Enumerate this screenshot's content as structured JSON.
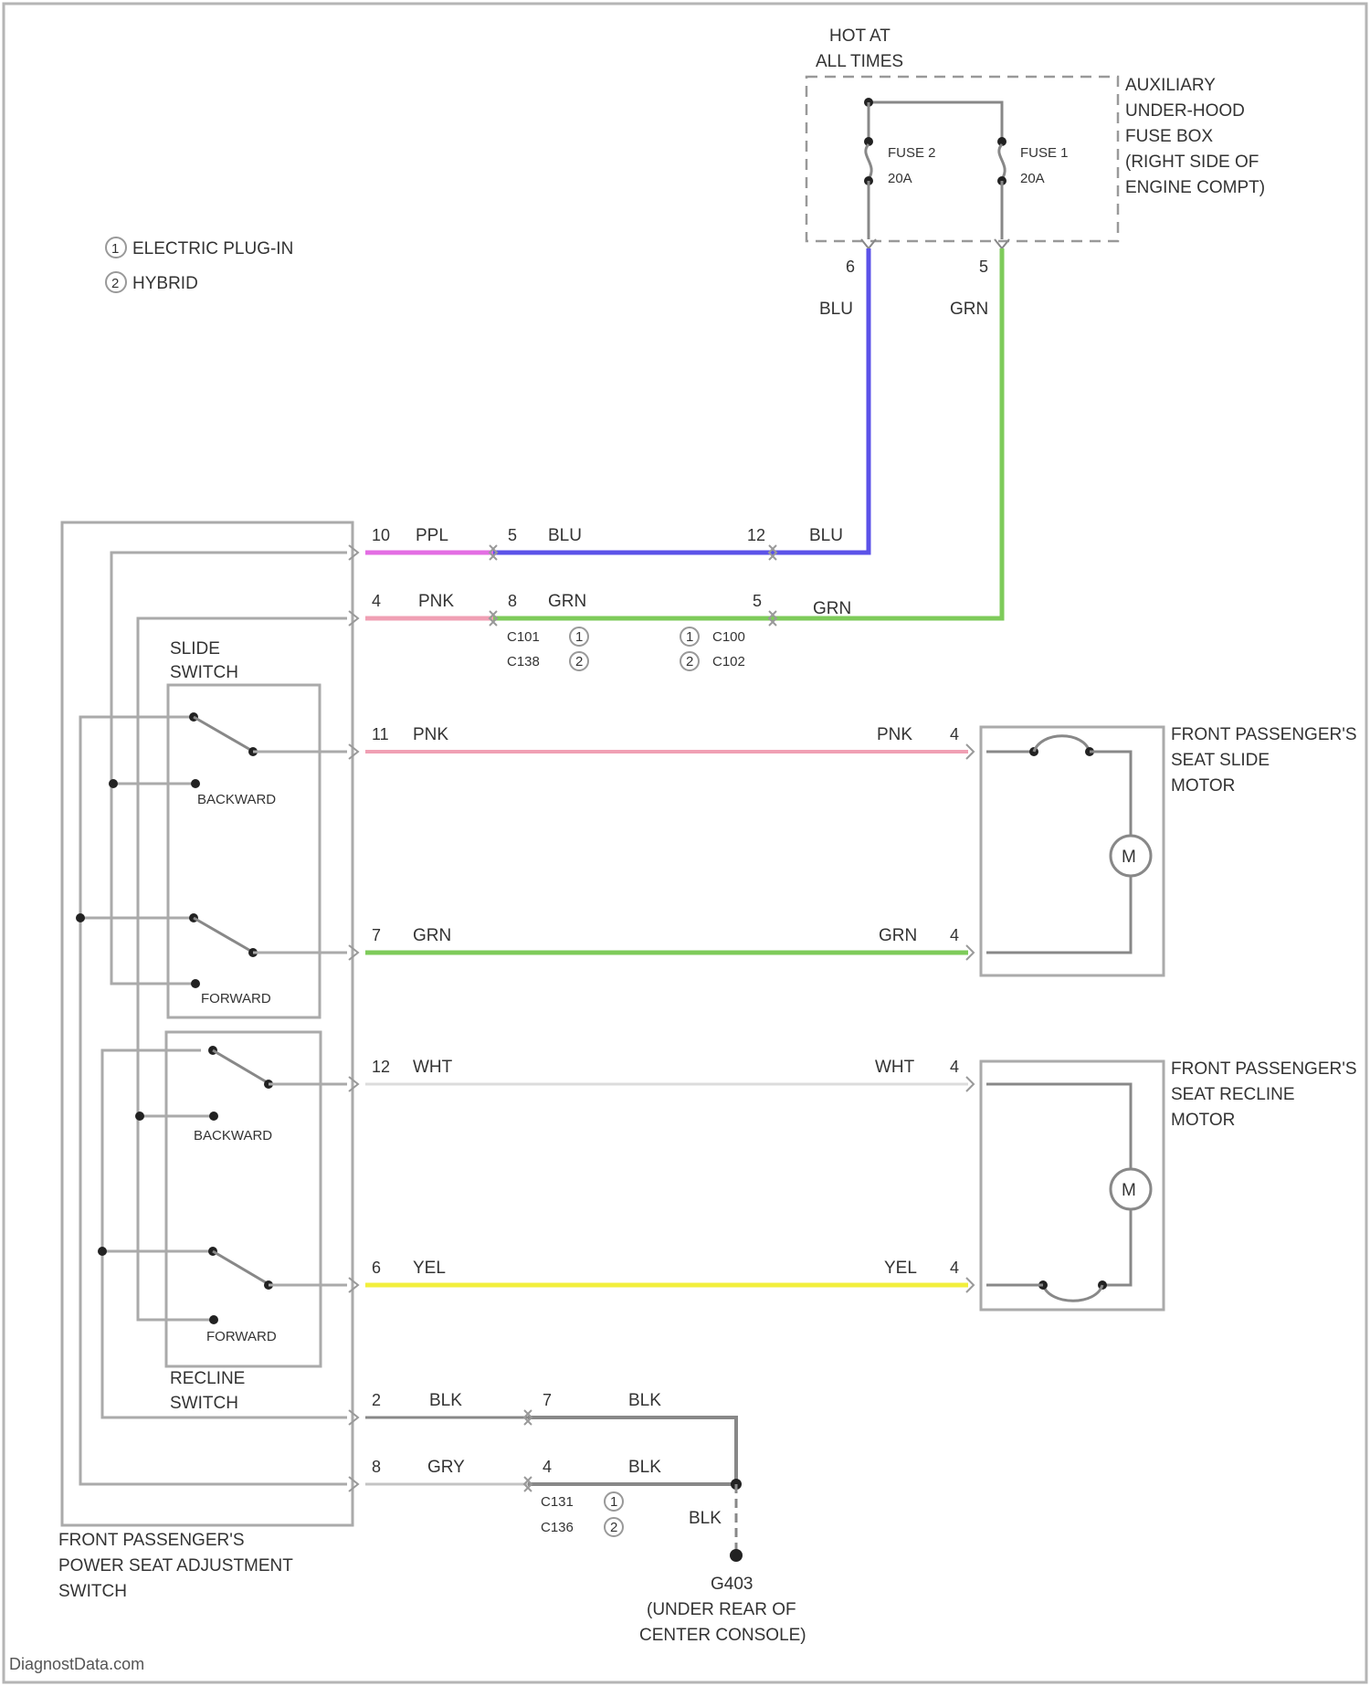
{
  "hot_label": [
    "HOT AT",
    "ALL TIMES"
  ],
  "fuse_box_label": [
    "AUXILIARY",
    "UNDER-HOOD",
    "FUSE BOX",
    "(RIGHT SIDE OF",
    "ENGINE COMPT)"
  ],
  "fuse2": {
    "name": "FUSE 2",
    "rating": "20A"
  },
  "fuse1": {
    "name": "FUSE 1",
    "rating": "20A"
  },
  "legend": [
    {
      "num": "1",
      "text": "ELECTRIC PLUG-IN"
    },
    {
      "num": "2",
      "text": "HYBRID"
    }
  ],
  "fuse_pins": {
    "left": "6",
    "right": "5"
  },
  "wire_colors": {
    "blu": "#5b52e8",
    "grn": "#7ecb5a",
    "ppl": "#e36de3",
    "pnk": "#f0a0b4",
    "wht": "#dcdcdc",
    "yel": "#f2ef3c",
    "blk": "#888888",
    "gry": "#c4c4c4"
  },
  "wire_labels": {
    "blu_top": "BLU",
    "grn_top": "GRN",
    "ppl": "PPL",
    "pnk_pwr": "PNK",
    "blu_mid": "BLU",
    "grn_mid": "GRN",
    "blu_right": "BLU",
    "grn_right": "GRN",
    "pnk_l": "PNK",
    "pnk_r": "PNK",
    "grn_l": "GRN",
    "grn_r": "GRN",
    "wht_l": "WHT",
    "wht_r": "WHT",
    "yel_l": "YEL",
    "yel_r": "YEL",
    "blk_l": "BLK",
    "blk_r": "BLK",
    "gry_l": "GRY",
    "blk_r2": "BLK",
    "blk_down": "BLK"
  },
  "pins": {
    "sw_ppl": "10",
    "sw_pnk_pwr": "4",
    "c1_blu": "5",
    "c1_grn": "8",
    "c2_blu": "12",
    "c2_grn": "5",
    "sw_pnk": "11",
    "sw_grn": "7",
    "sw_wht": "12",
    "sw_yel": "6",
    "sw_blk": "2",
    "sw_gry": "8",
    "mot_pnk": "4",
    "mot_grn": "4",
    "mot_wht": "4",
    "mot_yel": "4",
    "c3_blk": "7",
    "c3_blk2": "4"
  },
  "connectors": {
    "c101": "C101",
    "c138": "C138",
    "c100": "C100",
    "c102": "C102",
    "c131": "C131",
    "c136": "C136",
    "n1": "1",
    "n2": "2"
  },
  "slide_switch": [
    "SLIDE",
    "SWITCH"
  ],
  "recline_switch": [
    "RECLINE",
    "SWITCH"
  ],
  "backward": "BACKWARD",
  "forward": "FORWARD",
  "slide_motor": [
    "FRONT PASSENGER'S",
    "SEAT SLIDE",
    "MOTOR"
  ],
  "recline_motor": [
    "FRONT PASSENGER'S",
    "SEAT RECLINE",
    "MOTOR"
  ],
  "motor_symbol": "M",
  "adj_switch": [
    "FRONT PASSENGER'S",
    "POWER SEAT ADJUSTMENT",
    "SWITCH"
  ],
  "ground": [
    "G403",
    "(UNDER REAR OF",
    "CENTER CONSOLE)"
  ],
  "watermark": "DiagnostData.com"
}
